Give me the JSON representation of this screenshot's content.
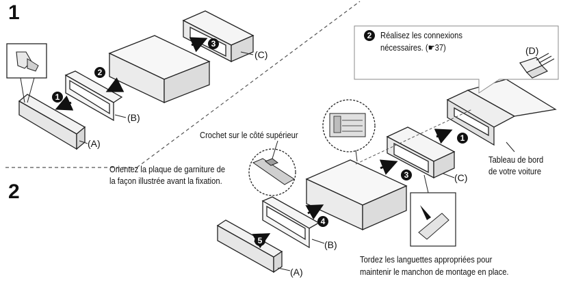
{
  "steps": {
    "one": "1",
    "two": "2"
  },
  "part_labels": {
    "a1": "(A)",
    "b1": "(B)",
    "c1": "(C)",
    "a2": "(A)",
    "b2": "(B)",
    "c2": "(C)",
    "d": "(D)"
  },
  "bubbles": {
    "s1_n1": "1",
    "s1_n2": "2",
    "s1_n3": "3",
    "s2_n1": "1",
    "s2_n3": "3",
    "s2_n4": "4",
    "s2_n5": "5",
    "callout_n2": "2"
  },
  "callout": {
    "line1": "Réalisez les connexions",
    "line2": "nécessaires. (☛37)"
  },
  "notes": {
    "hook": "Crochet sur le côté supérieur",
    "orient_l1": "Orientez la plaque de garniture de",
    "orient_l2": "la façon illustrée avant la fixation.",
    "dash_l1": "Tableau de bord",
    "dash_l2": "de votre voiture",
    "twist_l1": "Tordez les languettes appropriées pour",
    "twist_l2": "maintenir le manchon de montage en place."
  }
}
